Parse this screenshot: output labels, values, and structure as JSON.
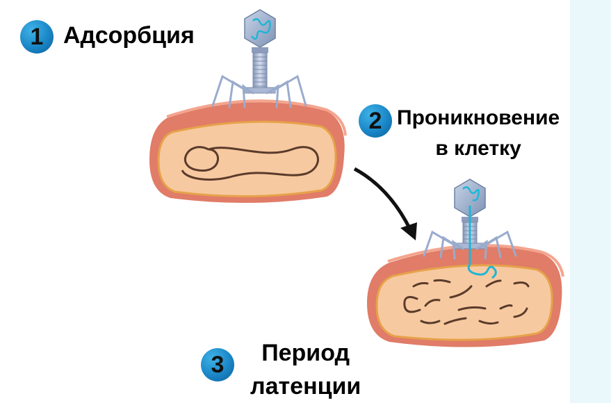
{
  "steps": [
    {
      "number": "1",
      "label_lines": [
        "Адсорбция"
      ]
    },
    {
      "number": "2",
      "label_lines": [
        "Проникновение",
        "в клетку"
      ]
    },
    {
      "number": "3",
      "label_lines": [
        "Период",
        "латенции"
      ]
    }
  ],
  "colors": {
    "badge": "#1a86c7",
    "cell_wall": "#e07c68",
    "cell_inner": "#f7c9a0",
    "dna_host": "#5a3b2b",
    "dna_phage": "#1eb6d6",
    "phage_body": "#a9b8d2",
    "arrow": "#111111",
    "side_panel": "#eaf8fb"
  }
}
